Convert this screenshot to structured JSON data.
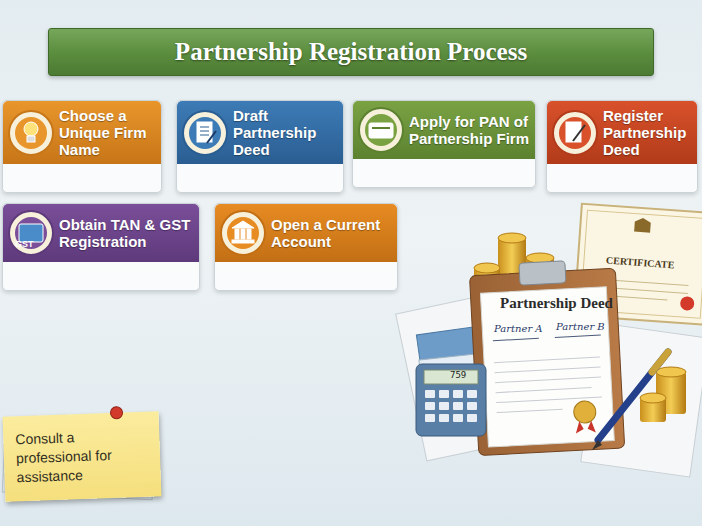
{
  "diagram": {
    "title": "Partnership Registration Process",
    "nodes": [
      {
        "text": [
          "Choose a Unique Firm Name"
        ]
      },
      {
        "text": [
          "Draft Partnership Deed"
        ]
      },
      {
        "text": [
          "Apply for PAN of Partnership Firm"
        ]
      },
      {
        "text": [
          "Register Partnership Deed"
        ]
      },
      {
        "text": [
          "Obtain TAN & GST Registration"
        ]
      },
      {
        "text": [
          "Open a Current Account"
        ]
      },
      {
        "text": [
          "Consult a professional for assistance"
        ]
      }
    ],
    "labels": [
      "Partnership Deed",
      "Partner A",
      "Partner B",
      "CERTIFICATE",
      "759",
      "GST"
    ]
  }
}
